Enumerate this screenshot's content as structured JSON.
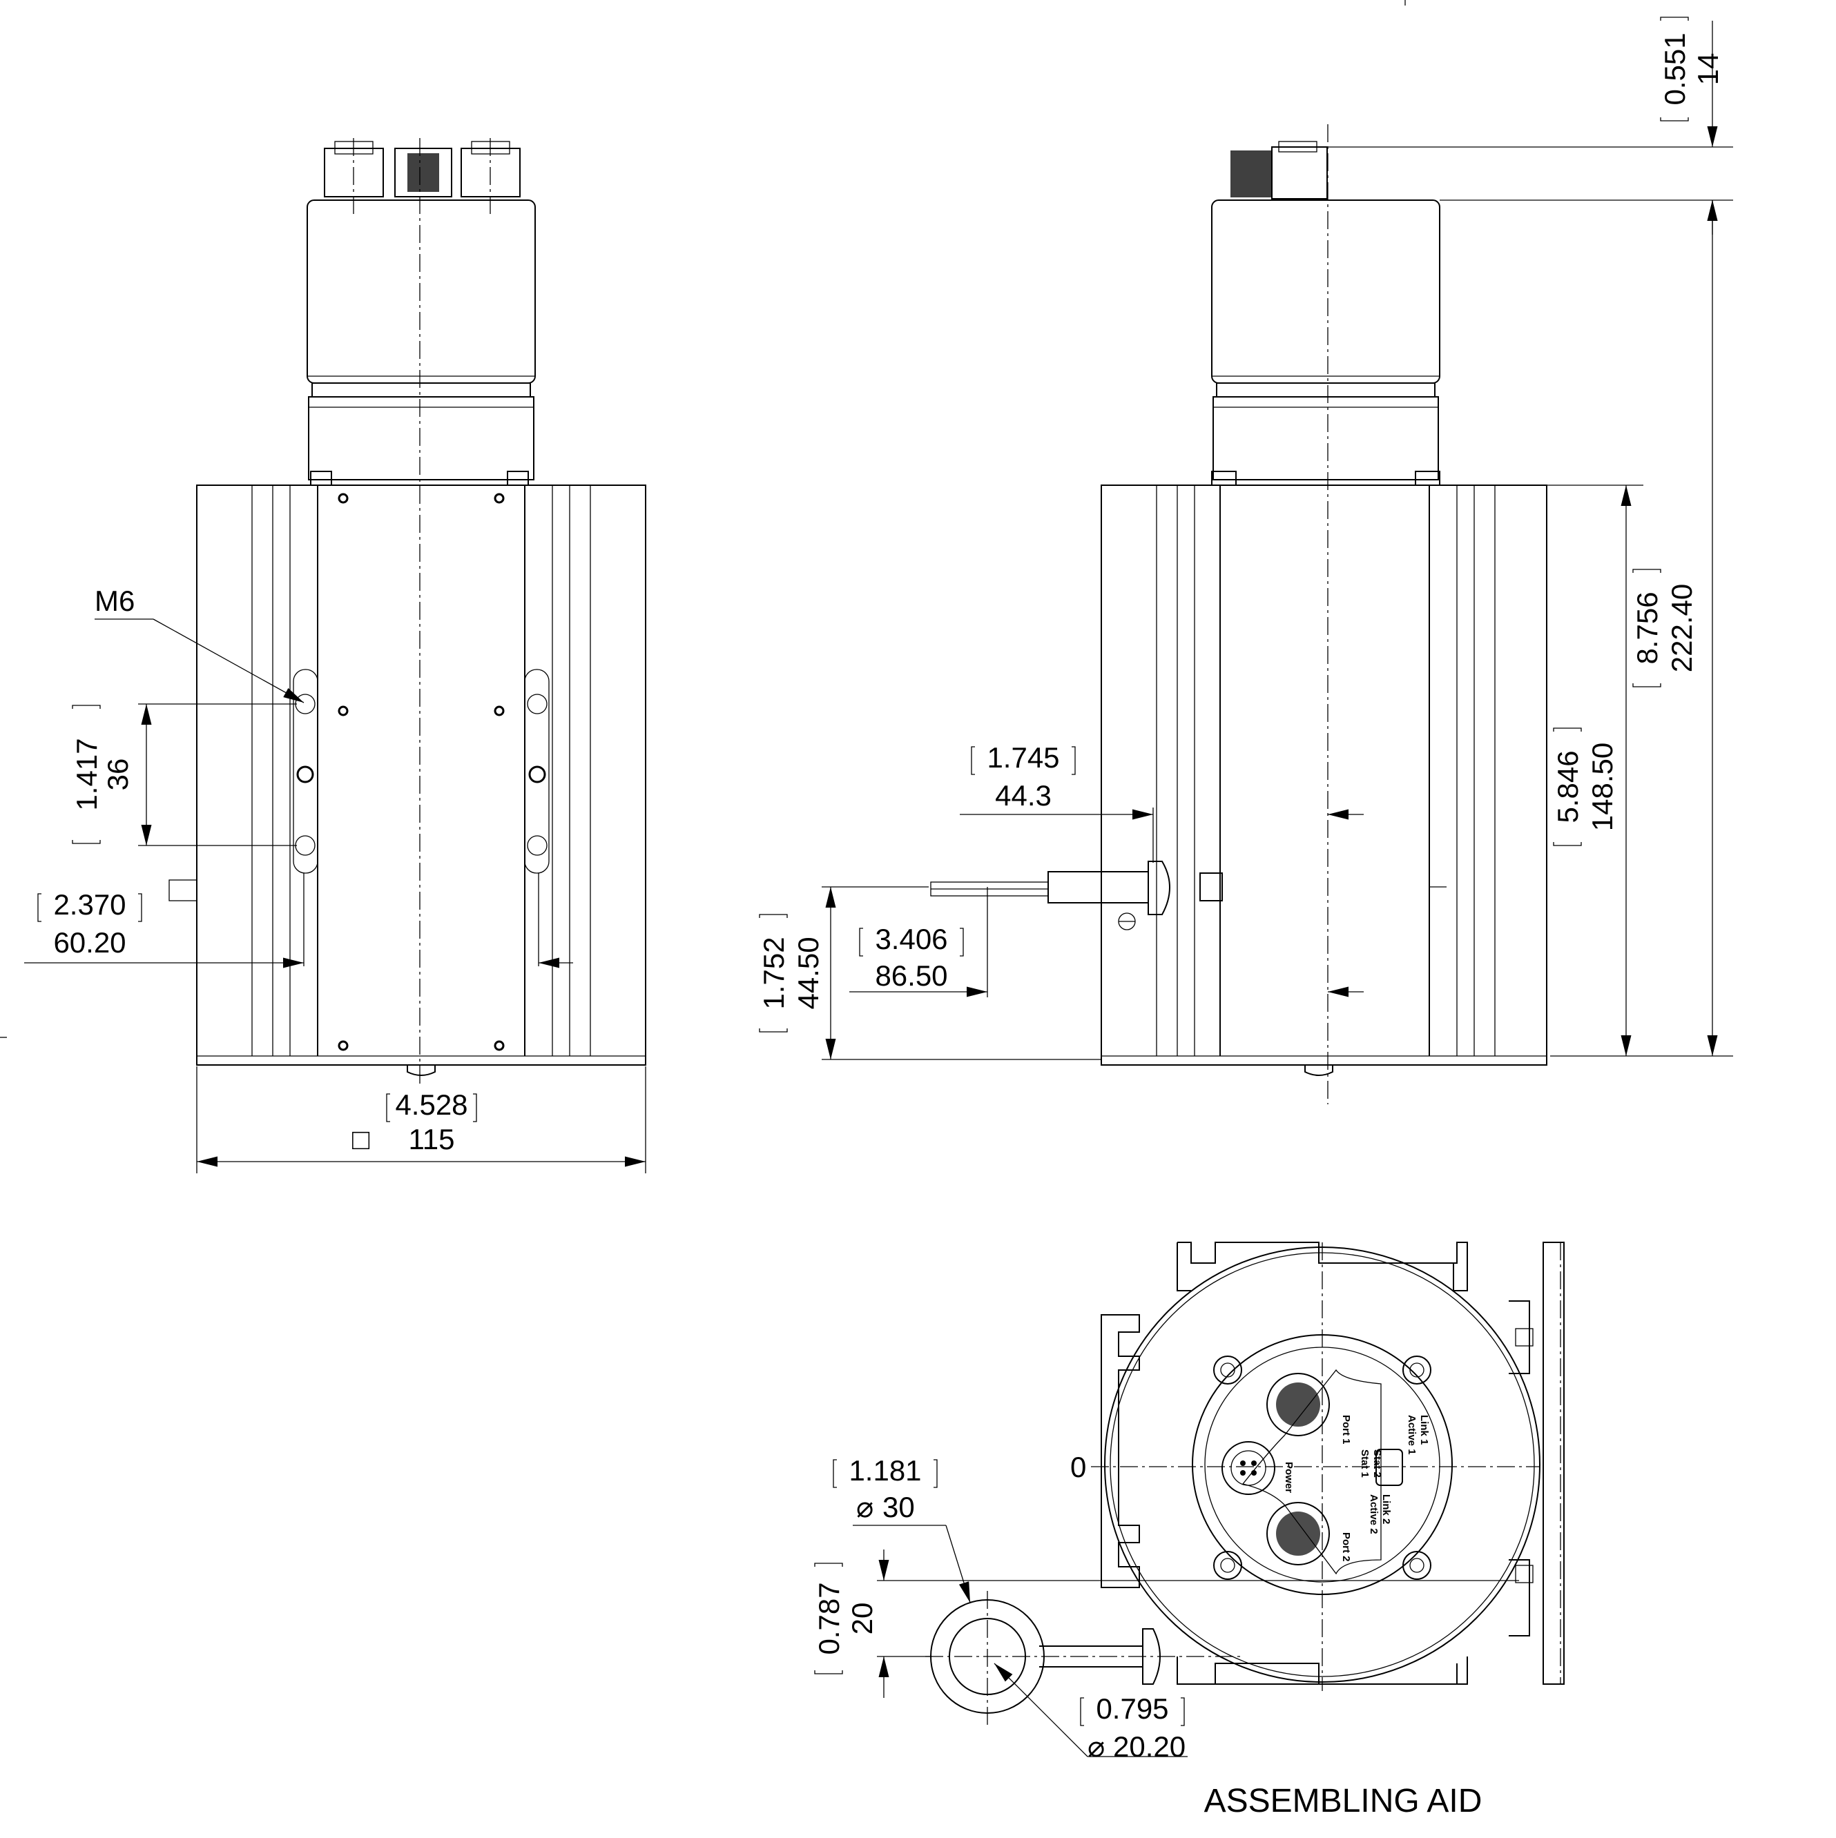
{
  "diagram": {
    "caption": "ASSEMBLING AID",
    "thread_label": "M6",
    "dimensions": {
      "slot_pitch": {
        "inch": "1.417",
        "mm": "36"
      },
      "slot_offset": {
        "inch": "2.370",
        "mm": "60.20"
      },
      "body_width": {
        "inch": "4.528",
        "mm": "115",
        "symbol": "□"
      },
      "top_connector": {
        "inch": "0.551",
        "mm": "14"
      },
      "total_height": {
        "inch": "8.756",
        "mm": "222.40"
      },
      "body_height": {
        "inch": "5.846",
        "mm": "148.50"
      },
      "aid_depth": {
        "inch": "1.745",
        "mm": "44.3"
      },
      "aid_length": {
        "inch": "3.406",
        "mm": "86.50"
      },
      "aid_height": {
        "inch": "1.752",
        "mm": "44.50"
      },
      "ring_outer": {
        "inch": "1.181",
        "mm": "30",
        "symbol": "⌀"
      },
      "ring_offset": {
        "inch": "0.787",
        "mm": "20"
      },
      "ring_inner": {
        "inch": "0.795",
        "mm": "20.20",
        "symbol": "⌀"
      }
    },
    "zero_mark": "0",
    "connector_labels": {
      "port1": "Port 1",
      "port2": "Port 2",
      "power": "Power",
      "stat1": "Stat 1",
      "stat2": "Stat 2",
      "active1": "Active 1",
      "link1": "Link 1",
      "active2": "Active 2",
      "link2": "Link 2"
    }
  }
}
